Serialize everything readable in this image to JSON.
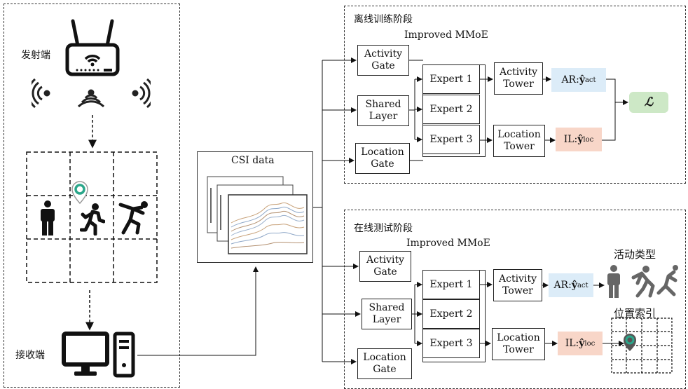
{
  "left_panel": {
    "transmitter_label": "发射端",
    "receiver_label": "接收端"
  },
  "csi": {
    "label": "CSI data"
  },
  "offline": {
    "title": "离线训练阶段",
    "model": "Improved MMoE",
    "inputs": [
      "Activity\nGate",
      "Shared\nLayer",
      "Location\nGate"
    ],
    "experts": [
      "Expert 1",
      "Expert 2",
      "Expert 3"
    ],
    "towers": [
      "Activity\nTower",
      "Location\nTower"
    ],
    "out_ar": {
      "prefix": "AR:",
      "hat": "ŷ",
      "sub": "act"
    },
    "out_il": {
      "prefix": "IL:",
      "hat": "ŷ",
      "sub": "loc"
    },
    "loss": "ℒ"
  },
  "online": {
    "title": "在线测试阶段",
    "model": "Improved MMoE",
    "inputs": [
      "Activity\nGate",
      "Shared\nLayer",
      "Location\nGate"
    ],
    "experts": [
      "Expert 1",
      "Expert 2",
      "Expert 3"
    ],
    "towers": [
      "Activity\nTower",
      "Location\nTower"
    ],
    "out_ar": {
      "prefix": "AR:",
      "hat": "ŷ",
      "sub": "act"
    },
    "out_il": {
      "prefix": "IL:",
      "hat": "ŷ",
      "sub": "loc"
    },
    "activity_type_label": "活动类型",
    "position_index_label": "位置索引"
  },
  "colors": {
    "ar_box": "#dcecf8",
    "il_box": "#f8d6c8",
    "loss_box": "#cde8c6",
    "marker": "#2aa68a"
  }
}
